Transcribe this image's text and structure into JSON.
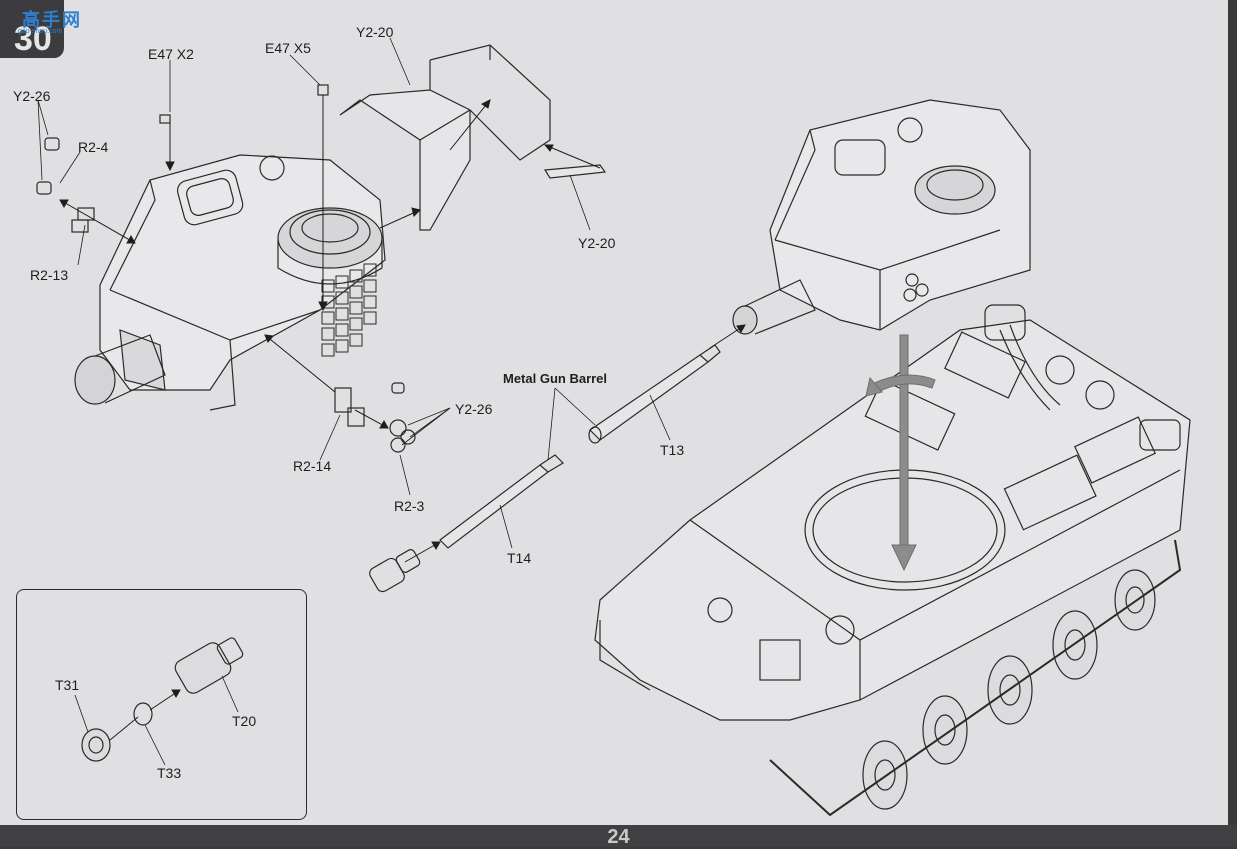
{
  "step": {
    "number": "30"
  },
  "page": {
    "number": "24"
  },
  "logo": {
    "text": "高手网",
    "subtext": "gao-shou.com"
  },
  "labels": {
    "y2_26_top": "Y2-26",
    "r2_4": "R2-4",
    "e47_x2": "E47 X2",
    "e47_x5": "E47 X5",
    "y2_20_top": "Y2-20",
    "y2_20_mid": "Y2-20",
    "r2_13": "R2-13",
    "metal_gun_barrel": "Metal Gun Barrel",
    "y2_26_mid": "Y2-26",
    "t13": "T13",
    "r2_14": "R2-14",
    "r2_3": "R2-3",
    "t14": "T14",
    "t31": "T31",
    "t20": "T20",
    "t33": "T33"
  },
  "colors": {
    "page": "#e0e0e2",
    "ink": "#1e1e1e",
    "frame": "#3a3a3a",
    "arrow": "#8c8c8c"
  }
}
